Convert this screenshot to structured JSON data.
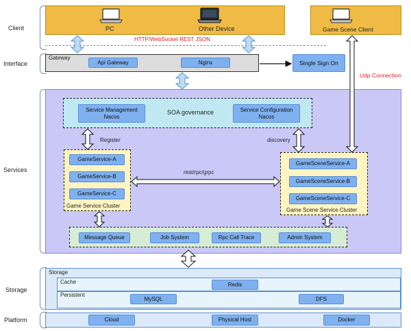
{
  "layers": {
    "client": "Client",
    "interface": "Interface",
    "services": "Services",
    "storage": "Storage",
    "platform": "Platform"
  },
  "client": {
    "pc": "PC",
    "other_device": "Other Device",
    "game_scene_client": "Game Scene Client",
    "protocol": "HTTP/WebSocket REST JSON"
  },
  "interface": {
    "gateway_title": "Gateway",
    "api_gateway": "Api Gateway",
    "nginx": "Nginx",
    "sso": "Single Sign On",
    "udp": "Udp Connection"
  },
  "services": {
    "soa_title": "SOA governance",
    "service_management": "Service Management\nNacos",
    "service_configuration": "Service Configuration\nNacos",
    "register": "Register",
    "discovery": "discovery",
    "rpc": "rest/rpc/grpc",
    "game_cluster": {
      "title": "Game Service Cluster",
      "items": [
        "GameService-A",
        "GameService-B",
        "GameService-C"
      ]
    },
    "scene_cluster": {
      "title": "Game Scene Service Cluster",
      "items": [
        "GameSceneService-A",
        "GameSceneService-B",
        "GameSceneService-C"
      ]
    },
    "infra": [
      "Message Queue",
      "Job System",
      "Rpc Call Trace",
      "Admin System"
    ]
  },
  "storage": {
    "title": "Storage",
    "cache_title": "Cache",
    "redis": "Redis",
    "persistent_title": "Persistent",
    "mysql": "MySQL",
    "dfs": "DFS"
  },
  "platform": {
    "items": [
      "Cloud",
      "Physical Host",
      "Docker"
    ]
  },
  "colors": {
    "client_bg": "#f0bb45",
    "services_bg": "#c9c8f7",
    "soa_bg": "#bfe8f2",
    "infra_bg": "#d7ecd4",
    "cluster_bg": "#fff4c2",
    "pill": "#7fb0ef",
    "arrow_fill": "#bcdcf5",
    "protocol_text": "#e02020",
    "storage_bg": "#dce9fa"
  }
}
